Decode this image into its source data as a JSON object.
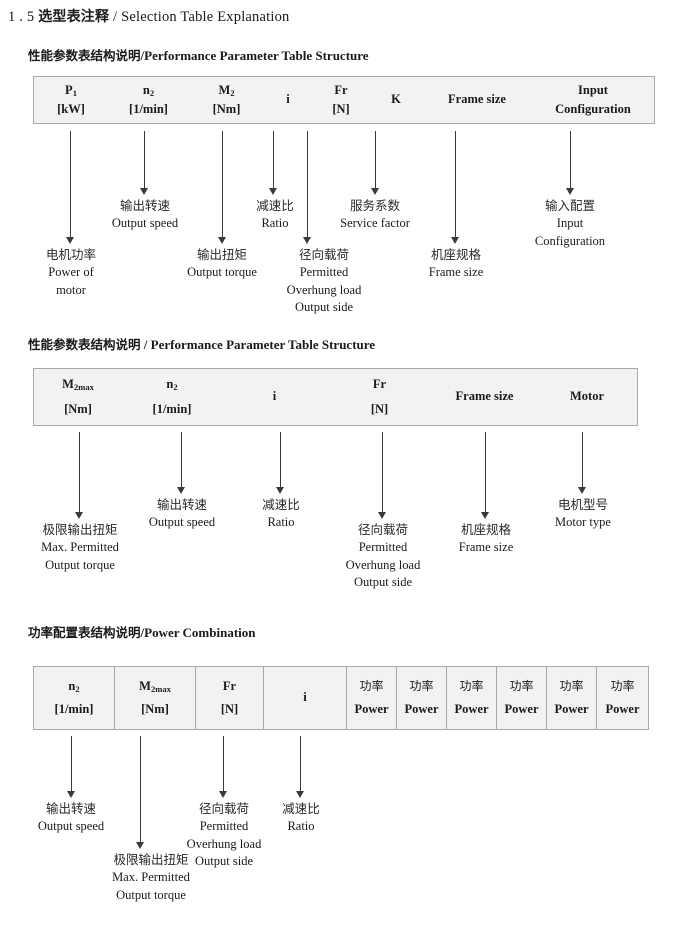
{
  "title": {
    "number": "1 . 5",
    "cjk": "选型表注释",
    "separator": "/",
    "en": "Selection Table Explanation"
  },
  "sections": [
    {
      "heading": {
        "cjk": "性能参数表结构说明",
        "separator": "/",
        "en": "Performance Parameter Table Structure"
      },
      "table": {
        "columns": [
          {
            "symbol": "P",
            "sub": "1",
            "unit": "[kW]"
          },
          {
            "symbol": "n",
            "sub": "2",
            "unit": "[1/min]"
          },
          {
            "symbol": "M",
            "sub": "2",
            "unit": "[Nm]"
          },
          {
            "symbol": "i",
            "sub": "",
            "unit": ""
          },
          {
            "symbol": "Fr",
            "sub": "",
            "unit": "[N]"
          },
          {
            "symbol": "K",
            "sub": "",
            "unit": ""
          },
          {
            "symbol": "Frame size",
            "sub": "",
            "unit": ""
          },
          {
            "symbol": "Input",
            "sub": "",
            "unit": "Configuration"
          }
        ]
      },
      "notes": [
        {
          "cjk": "电机功率",
          "en": [
            "Power of",
            "motor"
          ]
        },
        {
          "cjk": "输出转速",
          "en": [
            "Output speed"
          ]
        },
        {
          "cjk": "输出扭矩",
          "en": [
            "Output torque"
          ]
        },
        {
          "cjk": "减速比",
          "en": [
            "Ratio"
          ]
        },
        {
          "cjk": "径向载荷",
          "en": [
            "Permitted",
            "Overhung load",
            "Output side"
          ]
        },
        {
          "cjk": "服务系数",
          "en": [
            "Service factor"
          ]
        },
        {
          "cjk": "机座规格",
          "en": [
            "Frame size"
          ]
        },
        {
          "cjk": "输入配置",
          "en": [
            "Input",
            "Configuration"
          ]
        }
      ]
    },
    {
      "heading": {
        "cjk": "性能参数表结构说明",
        "separator": "/",
        "en": "Performance Parameter Table Structure"
      },
      "table": {
        "columns": [
          {
            "symbol": "M",
            "sub": "2max",
            "unit": "[Nm]"
          },
          {
            "symbol": "n",
            "sub": "2",
            "unit": "[1/min]"
          },
          {
            "symbol": "i",
            "sub": "",
            "unit": ""
          },
          {
            "symbol": "Fr",
            "sub": "",
            "unit": "[N]"
          },
          {
            "symbol": "Frame size",
            "sub": "",
            "unit": ""
          },
          {
            "symbol": "Motor",
            "sub": "",
            "unit": ""
          }
        ]
      },
      "notes": [
        {
          "cjk": "极限输出扭矩",
          "en": [
            "Max. Permitted",
            "Output  torque"
          ]
        },
        {
          "cjk": "输出转速",
          "en": [
            "Output speed"
          ]
        },
        {
          "cjk": "减速比",
          "en": [
            "Ratio"
          ]
        },
        {
          "cjk": "径向载荷",
          "en": [
            "Permitted",
            "Overhung load",
            "Output side"
          ]
        },
        {
          "cjk": "机座规格",
          "en": [
            "Frame size"
          ]
        },
        {
          "cjk": "电机型号",
          "en": [
            "Motor type"
          ]
        }
      ]
    },
    {
      "heading": {
        "cjk": "功率配置表结构说明",
        "separator": "/",
        "en": "Power Combination"
      },
      "table": {
        "columns": [
          {
            "symbol": "n",
            "sub": "2",
            "unit": "[1/min]"
          },
          {
            "symbol": "M",
            "sub": "2max",
            "unit": "[Nm]"
          },
          {
            "symbol": "Fr",
            "sub": "",
            "unit": "[N]"
          },
          {
            "symbol": "i",
            "sub": "",
            "unit": ""
          },
          {
            "symbol": "功率",
            "sub": "",
            "unit": "Power"
          },
          {
            "symbol": "功率",
            "sub": "",
            "unit": "Power"
          },
          {
            "symbol": "功率",
            "sub": "",
            "unit": "Power"
          },
          {
            "symbol": "功率",
            "sub": "",
            "unit": "Power"
          },
          {
            "symbol": "功率",
            "sub": "",
            "unit": "Power"
          },
          {
            "symbol": "功率",
            "sub": "",
            "unit": "Power"
          }
        ]
      },
      "notes": [
        {
          "cjk": "输出转速",
          "en": [
            "Output speed"
          ]
        },
        {
          "cjk": "极限输出扭矩",
          "en": [
            "Max. Permitted",
            "Output  torque"
          ]
        },
        {
          "cjk": "径向载荷",
          "en": [
            "Permitted",
            "Overhung load",
            "Output side"
          ]
        },
        {
          "cjk": "减速比",
          "en": [
            "Ratio"
          ]
        }
      ]
    }
  ]
}
